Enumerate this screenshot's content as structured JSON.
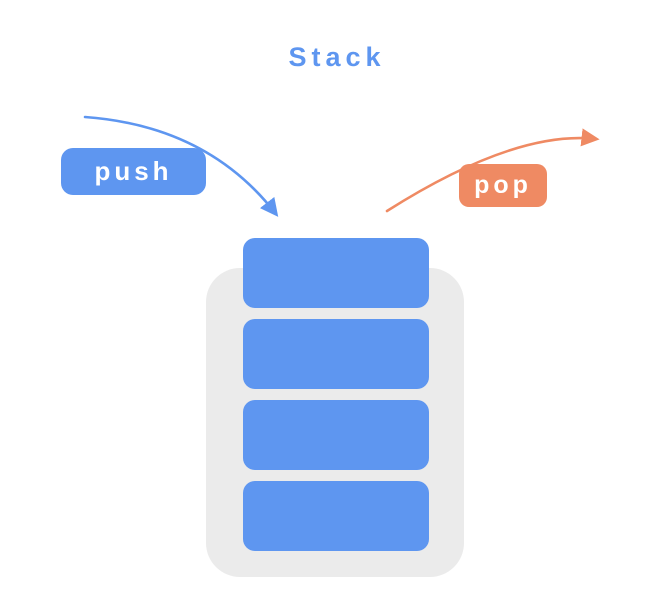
{
  "title": "Stack",
  "push_label": "push",
  "pop_label": "pop",
  "stack": {
    "block_count": 4
  },
  "colors": {
    "blue": "#5E96F0",
    "orange": "#EF8A63",
    "container_gray": "#EBEBEB",
    "text_white": "#FFFFFF"
  }
}
